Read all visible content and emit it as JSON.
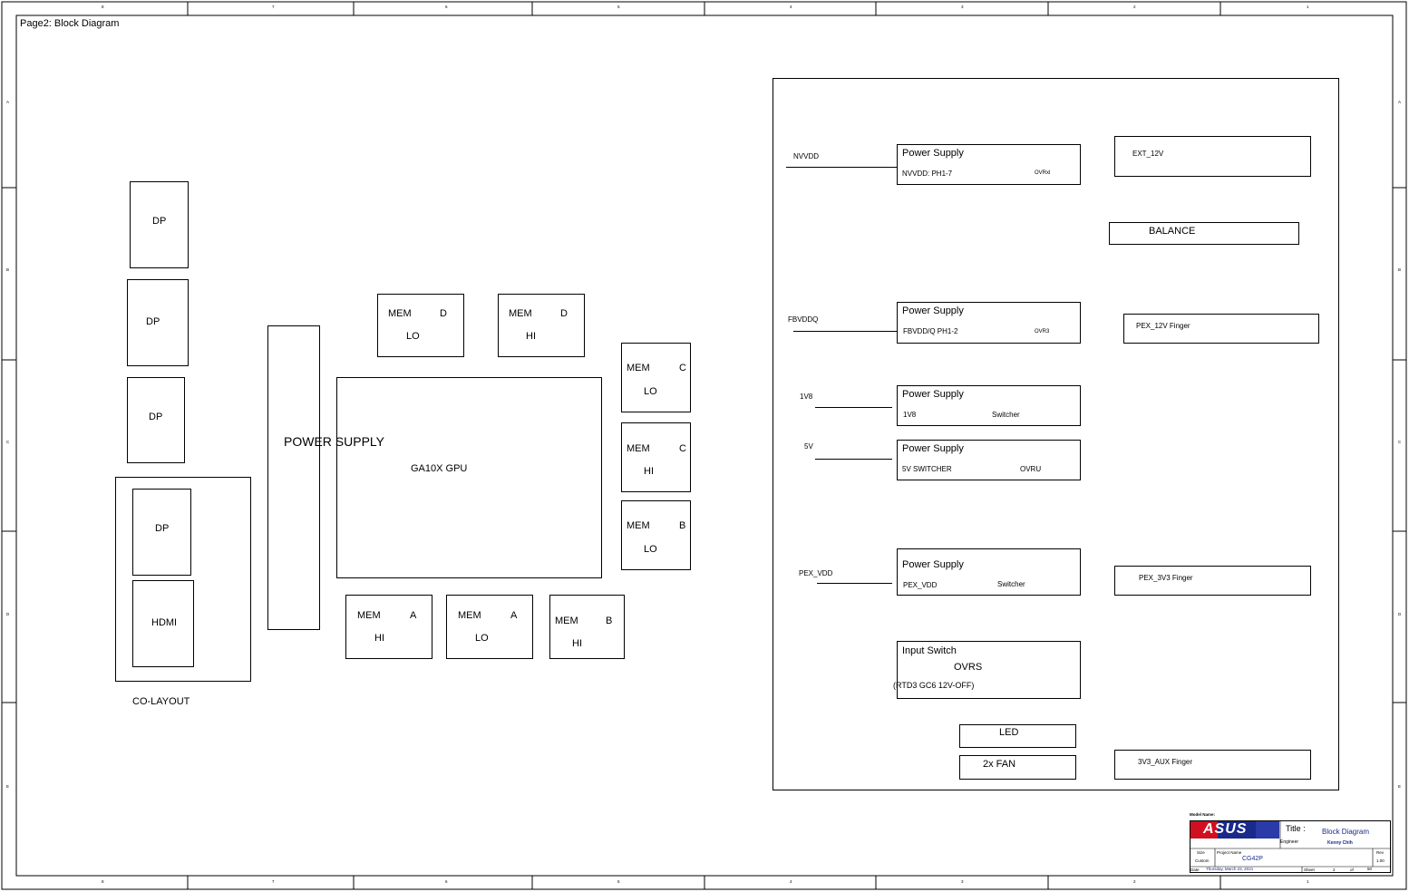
{
  "page_title": "Page2: Block Diagram",
  "frame": {
    "top_zones": [
      "8",
      "7",
      "6",
      "5",
      "4",
      "3",
      "2",
      "1"
    ],
    "side_zones": [
      "A",
      "B",
      "C",
      "D",
      "E"
    ]
  },
  "left_blocks": {
    "dp1": "DP",
    "dp2": "DP",
    "dp3": "DP",
    "dp4": "DP",
    "hdmi": "HDMI",
    "colayout": "CO-LAYOUT",
    "power_supply": "POWER SUPPLY",
    "gpu": "GA10X GPU"
  },
  "memory": {
    "mem_d_lo": {
      "mem": "MEM",
      "ch": "D",
      "pos": "LO"
    },
    "mem_d_hi": {
      "mem": "MEM",
      "ch": "D",
      "pos": "HI"
    },
    "mem_c_lo": {
      "mem": "MEM",
      "ch": "C",
      "pos": "LO"
    },
    "mem_c_hi": {
      "mem": "MEM",
      "ch": "C",
      "pos": "HI"
    },
    "mem_b_lo": {
      "mem": "MEM",
      "ch": "B",
      "pos": "LO"
    },
    "mem_a_hi": {
      "mem": "MEM",
      "ch": "A",
      "pos": "HI"
    },
    "mem_a_lo": {
      "mem": "MEM",
      "ch": "A",
      "pos": "LO"
    },
    "mem_b_hi": {
      "mem": "MEM",
      "ch": "B",
      "pos": "HI"
    }
  },
  "power": {
    "nvvdd": {
      "rail": "NVVDD",
      "title": "Power Supply",
      "detail": "NVVDD: PH1-7",
      "ctrl": "OVRxl"
    },
    "fbvddq": {
      "rail": "FBVDDQ",
      "title": "Power Supply",
      "detail": "FBVDD/Q PH1-2",
      "ctrl": "OVR3"
    },
    "v1v8": {
      "rail": "1V8",
      "title": "Power Supply",
      "detail": "1V8",
      "ctrl": "Switcher"
    },
    "v5v": {
      "rail": "5V",
      "title": "Power Supply",
      "detail": "5V SWITCHER",
      "ctrl": "OVRU"
    },
    "pexvdd": {
      "rail": "PEX_VDD",
      "title": "Power Supply",
      "detail": "PEX_VDD",
      "ctrl": "Switcher"
    },
    "input_switch": {
      "title": "Input Switch",
      "ctrl": "OVRS",
      "detail": "(RTD3 GC6 12V-OFF)"
    },
    "ext12v": "EXT_12V",
    "balance": "BALANCE",
    "pex12v": "PEX_12V Finger",
    "pex3v3": "PEX_3V3 Finger",
    "aux3v3": "3V3_AUX Finger",
    "led": "LED",
    "fan": "2x FAN"
  },
  "title_block": {
    "model_label": "Model Name:",
    "logo_text": "ASUS",
    "title_label": "Title :",
    "title_value": "Block Diagram",
    "engineer_label": "Engineer",
    "engineer_value": "Kenny Chih",
    "size_label": "Size",
    "project_label": "Project Name",
    "project_value": "CG42P",
    "rev_label": "Rev",
    "custom_label": "Custom",
    "rev_value": "1.00",
    "date_label": "Date",
    "date_value": "Thursday, March 23, 2021",
    "sheet_label": "Sheet",
    "sheet_value": "2",
    "of_label": "of",
    "of_value": "50",
    "colors": {
      "logo_red": "#d01020",
      "logo_blue": "#1a2a8a"
    }
  }
}
